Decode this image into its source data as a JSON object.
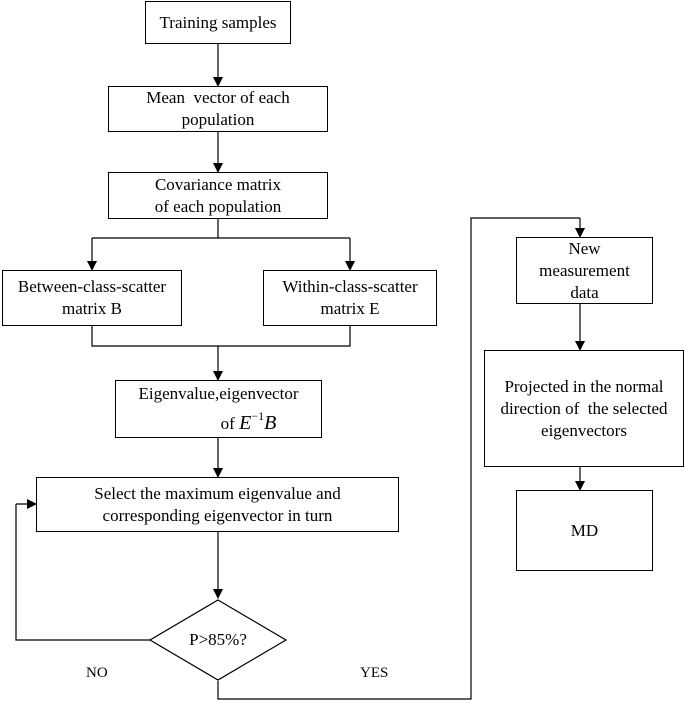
{
  "nodes": {
    "training": {
      "text": "Training samples"
    },
    "mean": {
      "line1": "Mean  vector of each",
      "line2": "population"
    },
    "cov": {
      "line1": "Covariance matrix",
      "line2": "of each population"
    },
    "between": {
      "line1": "Between-class-scatter",
      "line2": "matrix B"
    },
    "within": {
      "line1": "Within-class-scatter",
      "line2": "matrix E"
    },
    "eigen": {
      "line1": "Eigenvalue,eigenvector",
      "prefix": "of",
      "math_base": "E",
      "math_sup": "−1",
      "math_tail": "B"
    },
    "select": {
      "line1": "Select the maximum eigenvalue and",
      "line2": "corresponding eigenvector in turn"
    },
    "decision": {
      "text": "P>85%?"
    },
    "newdata": {
      "line1": "New",
      "line2": "measurement",
      "line3": "data"
    },
    "projected": {
      "line1": "Projected in the normal",
      "line2": "direction of  the selected",
      "line3": "eigenvectors"
    },
    "md": {
      "text": "MD"
    }
  },
  "edges": {
    "no_label": "NO",
    "yes_label": "YES"
  }
}
